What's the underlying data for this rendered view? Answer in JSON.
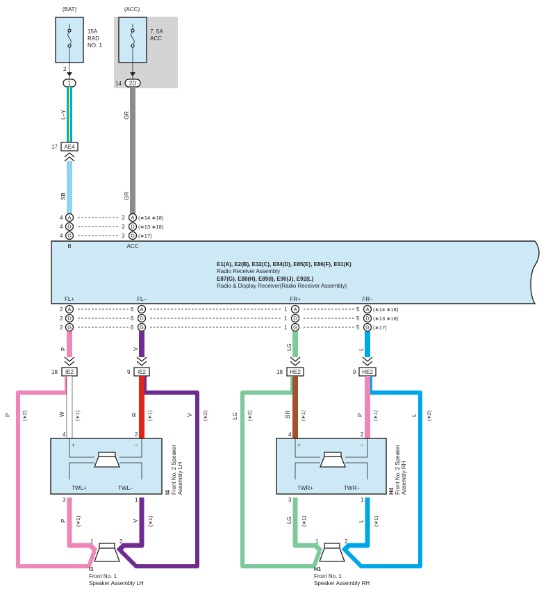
{
  "colors": {
    "box_fill": "#cde9f6",
    "acc_shade": "#d4d4d4",
    "wire_SB": "#8fd3f0",
    "wire_GR": "#8c8c8c",
    "wire_P": "#ee86b8",
    "wire_V": "#6e2c91",
    "wire_LG": "#7cc99a",
    "wire_L": "#00a7e8",
    "wire_R": "#e2231a",
    "wire_BR": "#a0522d",
    "wire_W": "#ffffff",
    "wire_LY_base": "#00a7e8",
    "wire_LY_stripe": "#fff200"
  },
  "power": {
    "bat": {
      "label": "(BAT)",
      "rating": "15A",
      "name1": "RAD",
      "name2": "NO. 1",
      "pin": "2",
      "connector_pin": "1"
    },
    "acc": {
      "label": "(ACC)",
      "rating": "7. 5A",
      "name1": "ACC",
      "pin": "14",
      "connector_pin": "2D"
    }
  },
  "junction": {
    "pin": "17",
    "name": "AE4"
  },
  "wires": {
    "ly": "L–Y",
    "gr1": "GR",
    "gr2": "GR",
    "sb": "SB",
    "fl_plus": "P",
    "fl_minus": "V",
    "fr_plus": "LG",
    "fr_minus": "L"
  },
  "top_pins": [
    {
      "pin": "4",
      "conn": "A",
      "pin2": "3",
      "conn2": "A",
      "note": "(∗14 ∗18)"
    },
    {
      "pin": "4",
      "conn": "D",
      "pin2": "3",
      "conn2": "D",
      "note": "(∗13 ∗18)"
    },
    {
      "pin": "4",
      "conn": "G",
      "pin2": "3",
      "conn2": "G",
      "note": "(∗17)"
    }
  ],
  "receiver": {
    "label_b": "B",
    "label_acc": "ACC",
    "line1": "E1(A), E2(B), E32(C), E84(D), E85(E), E86(F), E91(K)",
    "line2": "Radio Receiver Assembly",
    "line3": "E87(G), E88(H), E89(I), E90(J), E92(L)",
    "line4": "Radio & Display Receiver(Radio Receiver Assembly)",
    "fl_plus": "FL+",
    "fl_minus": "FL–",
    "fr_plus": "FR+",
    "fr_minus": "FR–"
  },
  "bottom_pins": [
    {
      "p1": "2",
      "c": "A",
      "p2": "6",
      "p3": "1",
      "p4": "5",
      "note": "(∗14 ∗18)"
    },
    {
      "p1": "2",
      "c": "D",
      "p2": "6",
      "p3": "1",
      "p4": "5",
      "note": "(∗13 ∗18)"
    },
    {
      "p1": "2",
      "c": "G",
      "p2": "6",
      "p3": "1",
      "p4": "5",
      "note": "(∗17)"
    }
  ],
  "connectors": {
    "ie2_a": {
      "pin": "18",
      "name": "IE2"
    },
    "ie2_b": {
      "pin": "9",
      "name": "IE2"
    },
    "he2_a": {
      "pin": "18",
      "name": "HE2"
    },
    "he2_b": {
      "pin": "9",
      "name": "HE2"
    }
  },
  "lh": {
    "wires": {
      "p_outer": "P",
      "p_outer_note": "(∗2)",
      "w": "W",
      "w_note": "(∗1)",
      "r": "R",
      "r_note": "(∗1)",
      "v_outer": "V",
      "v_outer_note": "(∗2)",
      "p_low": "P",
      "p_low_note": "(∗1)",
      "v_low": "V",
      "v_low_note": "(∗1)"
    },
    "tweeter": {
      "pin_plus": "4",
      "pin_minus": "2",
      "sign_plus": "+",
      "sign_minus": "–",
      "term_plus": "TWL+",
      "term_minus": "TWL–",
      "pin_low_plus": "3",
      "pin_low_minus": "1",
      "code": "I4",
      "name1": "Front No. 2 Speaker",
      "name2": "Assembly LH"
    },
    "woofer": {
      "pin1": "1",
      "pin2": "2",
      "code": "I1",
      "name1": "Front No. 1",
      "name2": "Speaker Assembly LH"
    }
  },
  "rh": {
    "wires": {
      "lg_outer": "LG",
      "lg_outer_note": "(∗2)",
      "br": "BR",
      "br_note": "(∗1)",
      "p": "P",
      "p_note": "(∗1)",
      "l_outer": "L",
      "l_outer_note": "(∗2)",
      "lg_low": "LG",
      "lg_low_note": "(∗1)",
      "l_low": "L",
      "l_low_note": "(∗1)"
    },
    "tweeter": {
      "pin_plus": "4",
      "pin_minus": "2",
      "sign_plus": "+",
      "sign_minus": "–",
      "term_plus": "TWR+",
      "term_minus": "TWR–",
      "pin_low_plus": "3",
      "pin_low_minus": "1",
      "code": "H4",
      "name1": "Front No. 2 Speaker",
      "name2": "Assembly RH"
    },
    "woofer": {
      "pin1": "1",
      "pin2": "2",
      "code": "H1",
      "name1": "Front No. 1",
      "name2": "Speaker Assembly RH"
    }
  }
}
